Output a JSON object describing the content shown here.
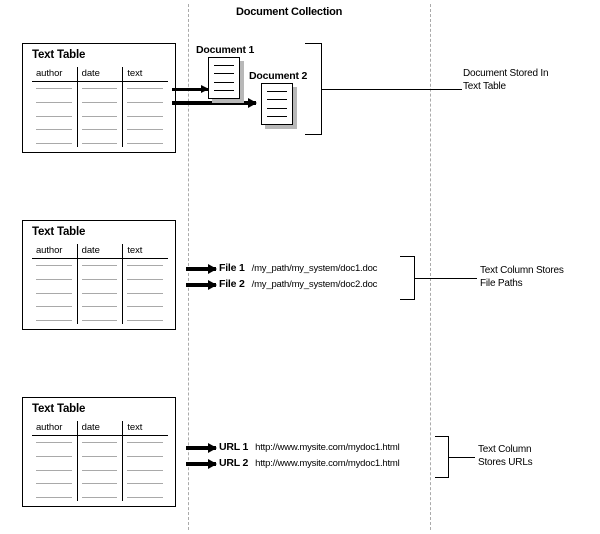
{
  "collection": {
    "title": "Document Collection"
  },
  "table": {
    "title": "Text Table",
    "columns": [
      "author",
      "date",
      "text"
    ],
    "row_count": 5
  },
  "sections": [
    {
      "id": "documents-in-table",
      "annotation": "Document Stored In\nText Table",
      "documents": [
        {
          "label": "Document 1"
        },
        {
          "label": "Document 2"
        }
      ]
    },
    {
      "id": "file-paths",
      "annotation": "Text Column Stores\nFile Paths",
      "items": [
        {
          "key": "File 1",
          "value": "/my_path/my_system/doc1.doc"
        },
        {
          "key": "File 2",
          "value": "/my_path/my_system/doc2.doc"
        }
      ]
    },
    {
      "id": "urls",
      "annotation": "Text Column\nStores URLs",
      "items": [
        {
          "key": "URL 1",
          "value": "http://www.mysite.com/mydoc1.html"
        },
        {
          "key": "URL 2",
          "value": "http://www.mysite.com/mydoc1.html"
        }
      ]
    }
  ]
}
